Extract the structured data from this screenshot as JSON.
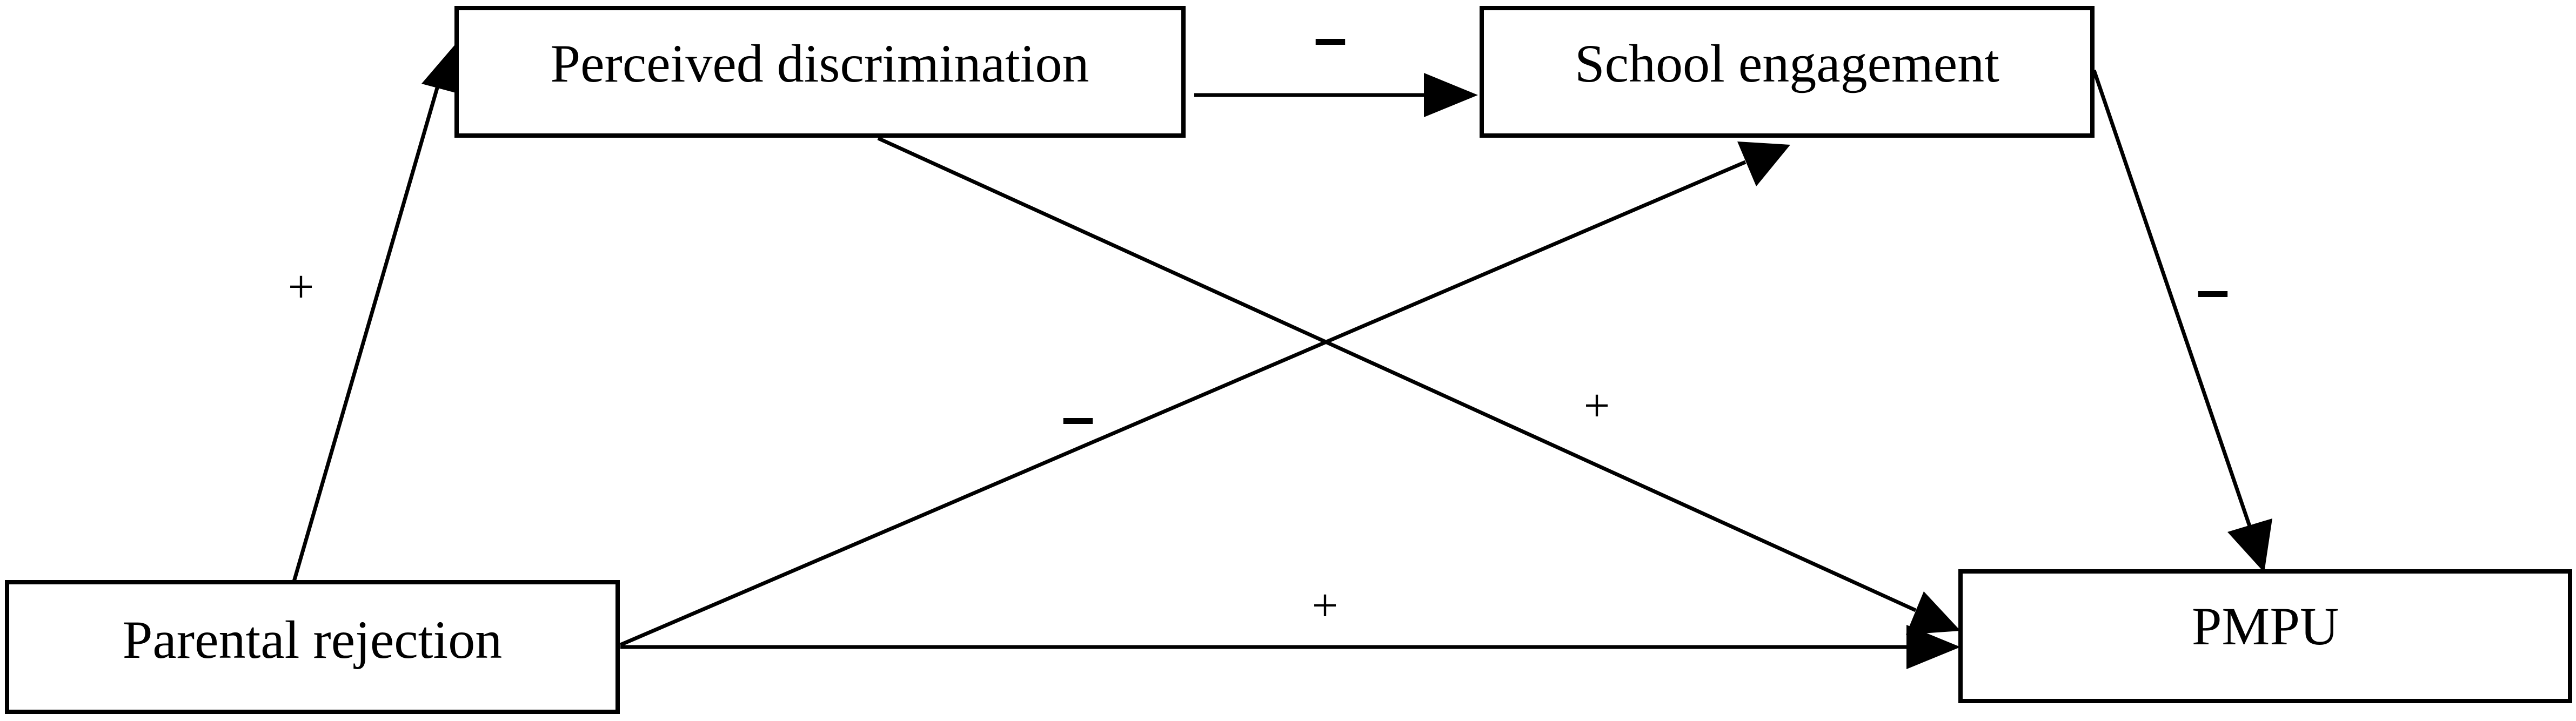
{
  "nodes": {
    "parental_rejection": "Parental rejection",
    "perceived_discrimination": "Perceived discrimination",
    "school_engagement": "School engagement",
    "pmpu": "PMPU"
  },
  "edges": [
    {
      "from": "Parental rejection",
      "to": "Perceived discrimination",
      "sign": "+"
    },
    {
      "from": "Perceived discrimination",
      "to": "School engagement",
      "sign": "–"
    },
    {
      "from": "Parental rejection",
      "to": "School engagement",
      "sign": "–"
    },
    {
      "from": "Perceived discrimination",
      "to": "PMPU",
      "sign": "+"
    },
    {
      "from": "School engagement",
      "to": "PMPU",
      "sign": "–"
    },
    {
      "from": "Parental rejection",
      "to": "PMPU",
      "sign": "+"
    }
  ]
}
